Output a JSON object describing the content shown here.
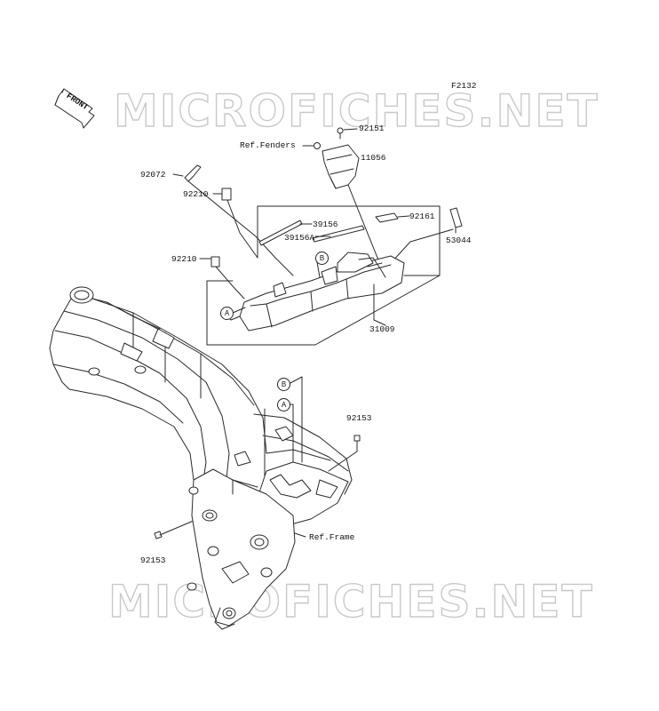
{
  "figure_code": "F2132",
  "watermark": "MICROFICHES.NET",
  "front_arrow_label": "FRONT",
  "parts": {
    "p92151": "92151",
    "ref_fenders": "Ref.Fenders",
    "p11056": "11056",
    "p92072": "92072",
    "p92210_upper": "92210",
    "p39156": "39156",
    "p39156A": "39156A",
    "p92161": "92161",
    "p53044": "53044",
    "p92210_lower": "92210",
    "p31009": "31009",
    "p92153_right": "92153",
    "ref_frame": "Ref.Frame",
    "p92153_left": "92153"
  },
  "callouts": {
    "a_upper": "A",
    "b_upper": "B",
    "b_lower": "B",
    "a_lower": "A"
  }
}
